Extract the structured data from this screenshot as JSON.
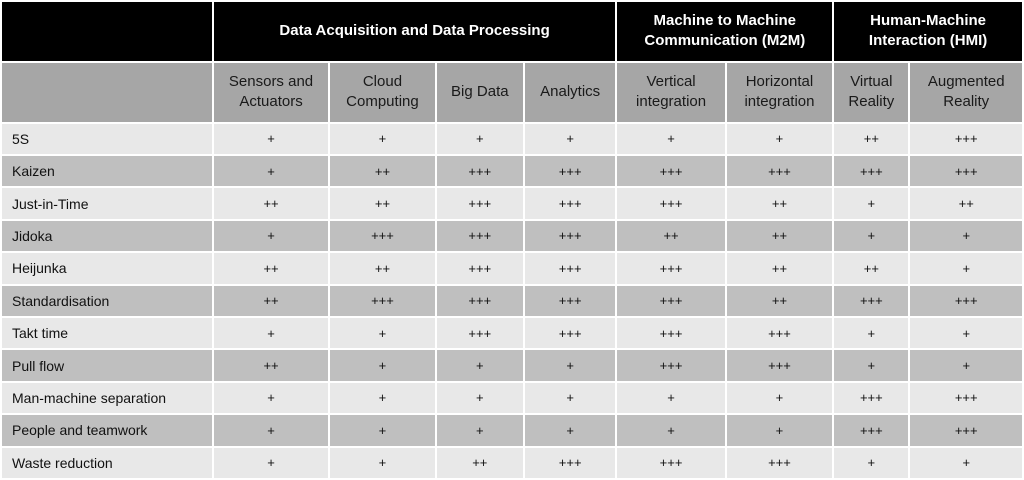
{
  "groups": [
    {
      "label": "Data Acquisition  and Data Processing",
      "span": 4
    },
    {
      "label": "Machine to Machine Communication  (M2M)",
      "span": 2
    },
    {
      "label": "Human-Machine Interaction (HMI)",
      "span": 2
    }
  ],
  "columns": [
    "Sensors and Actuators",
    "Cloud Computing",
    "Big Data",
    "Analytics",
    "Vertical integration",
    "Horizontal integration",
    "Virtual Reality",
    "Augmented Reality"
  ],
  "rows": [
    {
      "label": "5S",
      "cells": [
        "+",
        "+",
        "+",
        "+",
        "+",
        "+",
        "++",
        "+++"
      ]
    },
    {
      "label": "Kaizen",
      "cells": [
        "+",
        "++",
        "+++",
        "+++",
        "+++",
        "+++",
        "+++",
        "+++"
      ]
    },
    {
      "label": "Just-in-Time",
      "cells": [
        "++",
        "++",
        "+++",
        "+++",
        "+++",
        "++",
        "+",
        "++"
      ]
    },
    {
      "label": "Jidoka",
      "cells": [
        "+",
        "+++",
        "+++",
        "+++",
        "++",
        "++",
        "+",
        "+"
      ]
    },
    {
      "label": "Heijunka",
      "cells": [
        "++",
        "++",
        "+++",
        "+++",
        "+++",
        "++",
        "++",
        "+"
      ]
    },
    {
      "label": "Standardisation",
      "cells": [
        "++",
        "+++",
        "+++",
        "+++",
        "+++",
        "++",
        "+++",
        "+++"
      ]
    },
    {
      "label": "Takt time",
      "cells": [
        "+",
        "+",
        "+++",
        "+++",
        "+++",
        "+++",
        "+",
        "+"
      ]
    },
    {
      "label": "Pull flow",
      "cells": [
        "++",
        "+",
        "+",
        "+",
        "+++",
        "+++",
        "+",
        "+"
      ]
    },
    {
      "label": "Man-machine separation",
      "cells": [
        "+",
        "+",
        "+",
        "+",
        "+",
        "+",
        "+++",
        "+++"
      ]
    },
    {
      "label": "People and teamwork",
      "cells": [
        "+",
        "+",
        "+",
        "+",
        "+",
        "+",
        "+++",
        "+++"
      ]
    },
    {
      "label": "Waste reduction",
      "cells": [
        "+",
        "+",
        "++",
        "+++",
        "+++",
        "+++",
        "+",
        "+"
      ]
    }
  ]
}
